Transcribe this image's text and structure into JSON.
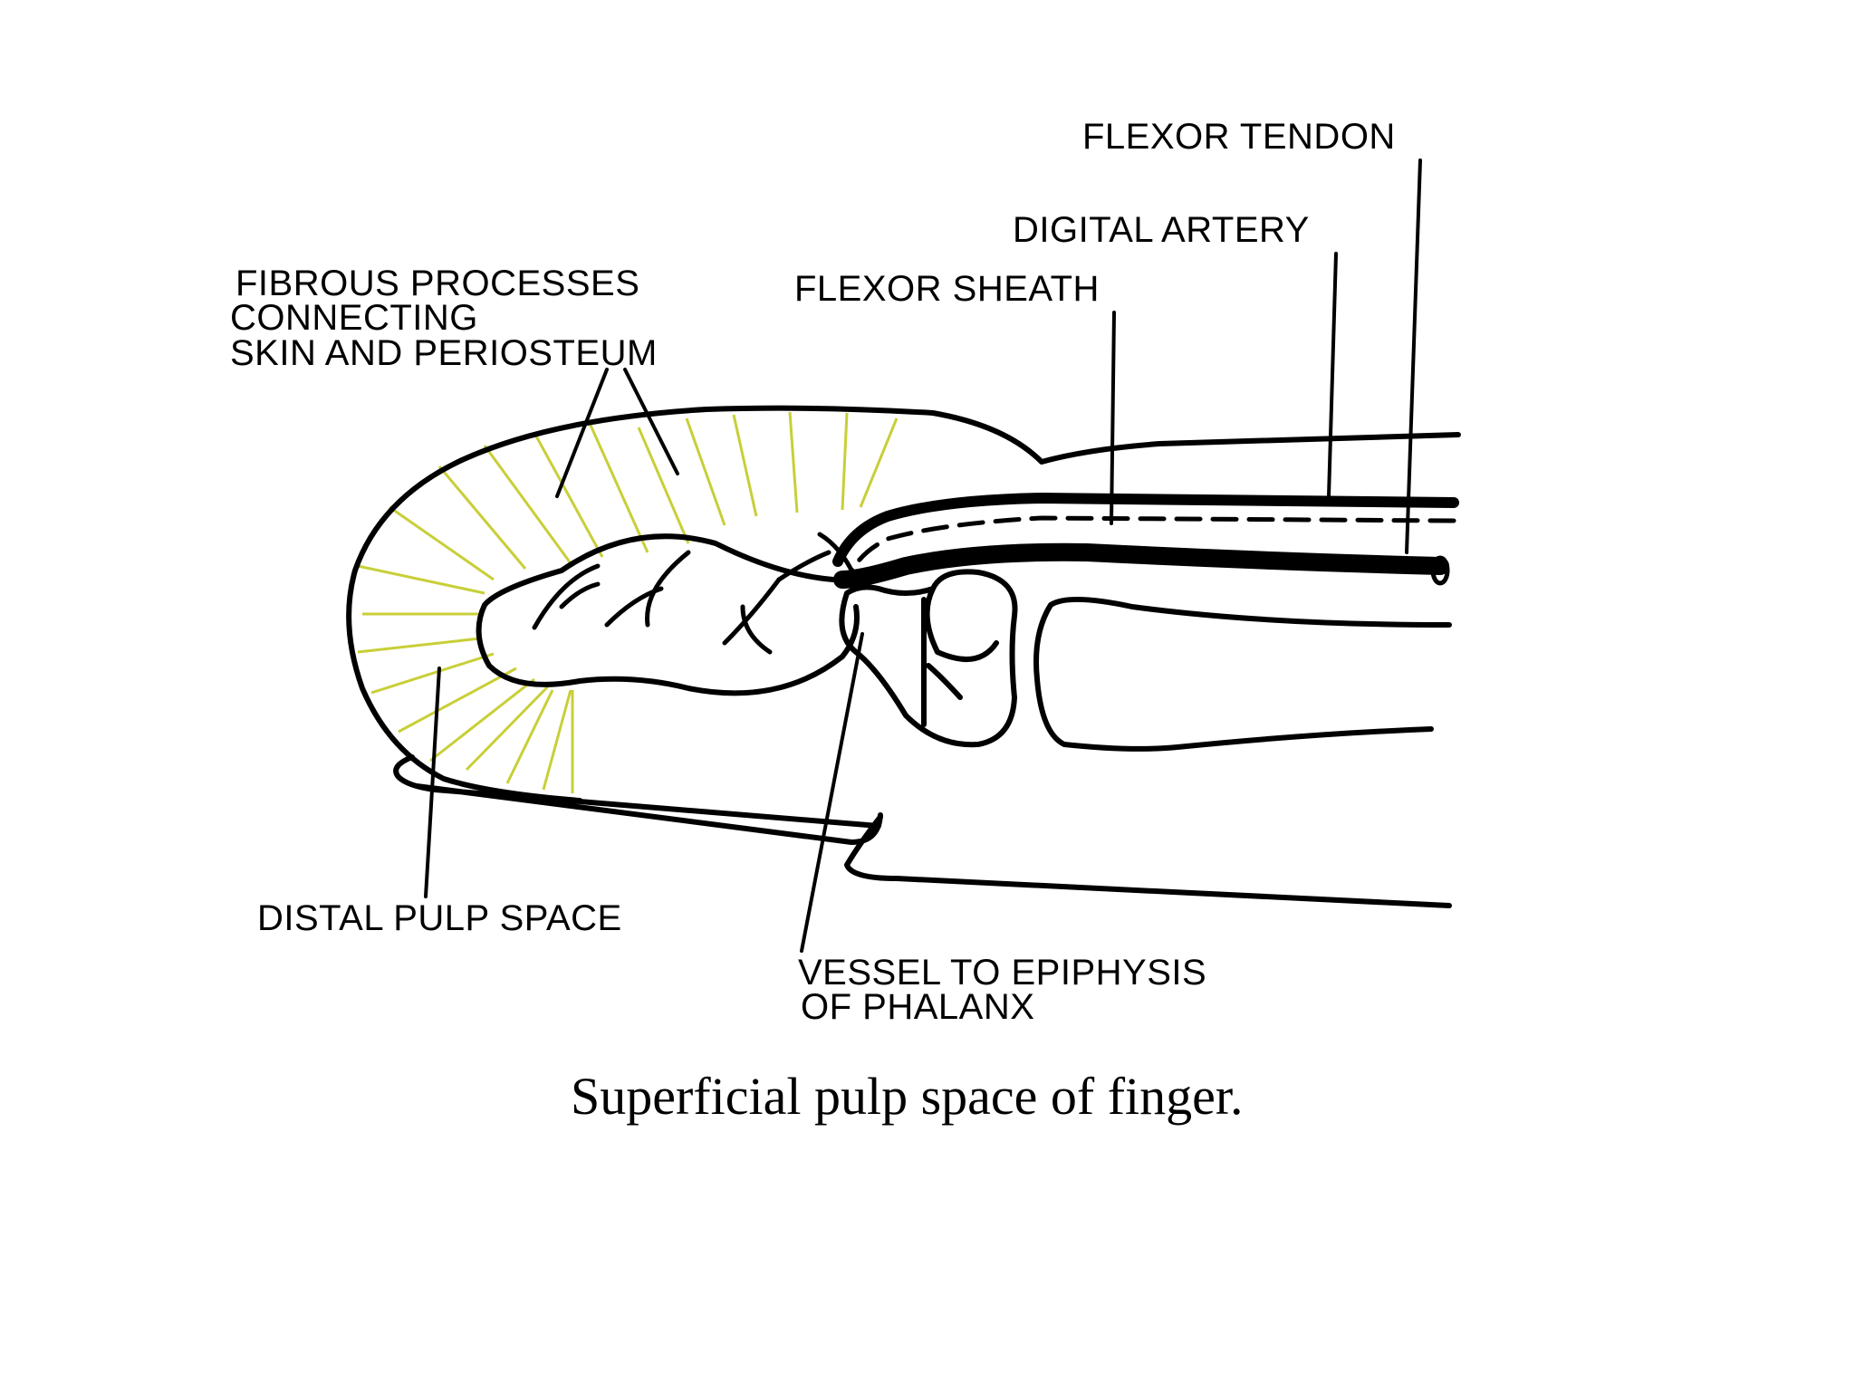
{
  "labels": {
    "flexor_tendon": "FLEXOR TENDON",
    "digital_artery": "DIGITAL ARTERY",
    "flexor_sheath": "FLEXOR SHEATH",
    "fibrous_processes": [
      "FIBROUS PROCESSES",
      "CONNECTING",
      "SKIN AND PERIOSTEUM"
    ],
    "distal_pulp_space": "DISTAL PULP SPACE",
    "vessel_to_epiphysis": [
      "VESSEL TO EPIPHYSIS",
      "OF PHALANX"
    ]
  },
  "caption": "Superficial pulp space of finger.",
  "colors": {
    "line": "#000000",
    "fibrous_septa": "#c8cf38",
    "background": "#ffffff"
  }
}
